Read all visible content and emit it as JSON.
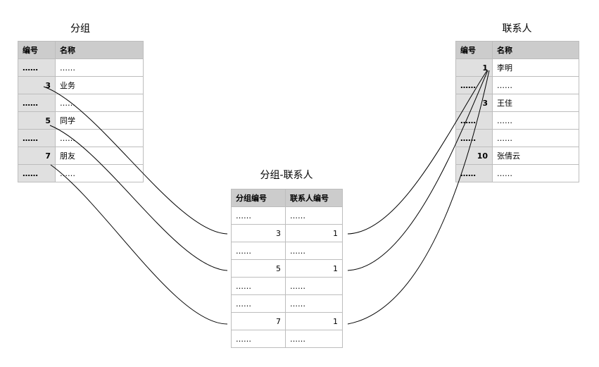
{
  "group_table": {
    "title": "分组",
    "headers": [
      "编号",
      "名称"
    ],
    "rows": [
      [
        "……",
        "……"
      ],
      [
        "3",
        "业务"
      ],
      [
        "……",
        "……"
      ],
      [
        "5",
        "同学"
      ],
      [
        "……",
        "……"
      ],
      [
        "7",
        "朋友"
      ],
      [
        "……",
        "……"
      ]
    ]
  },
  "contact_table": {
    "title": "联系人",
    "headers": [
      "编号",
      "名称"
    ],
    "rows": [
      [
        "1",
        "李明"
      ],
      [
        "……",
        "……"
      ],
      [
        "3",
        "王佳"
      ],
      [
        "……",
        "……"
      ],
      [
        "……",
        "……"
      ],
      [
        "10",
        "张倩云"
      ],
      [
        "……",
        "……"
      ]
    ]
  },
  "link_table": {
    "title": "分组-联系人",
    "headers": [
      "分组编号",
      "联系人编号"
    ],
    "rows": [
      [
        "……",
        "……"
      ],
      [
        "3",
        "1"
      ],
      [
        "……",
        "……"
      ],
      [
        "5",
        "1"
      ],
      [
        "……",
        "……"
      ],
      [
        "……",
        "……"
      ],
      [
        "7",
        "1"
      ],
      [
        "……",
        "……"
      ]
    ]
  }
}
